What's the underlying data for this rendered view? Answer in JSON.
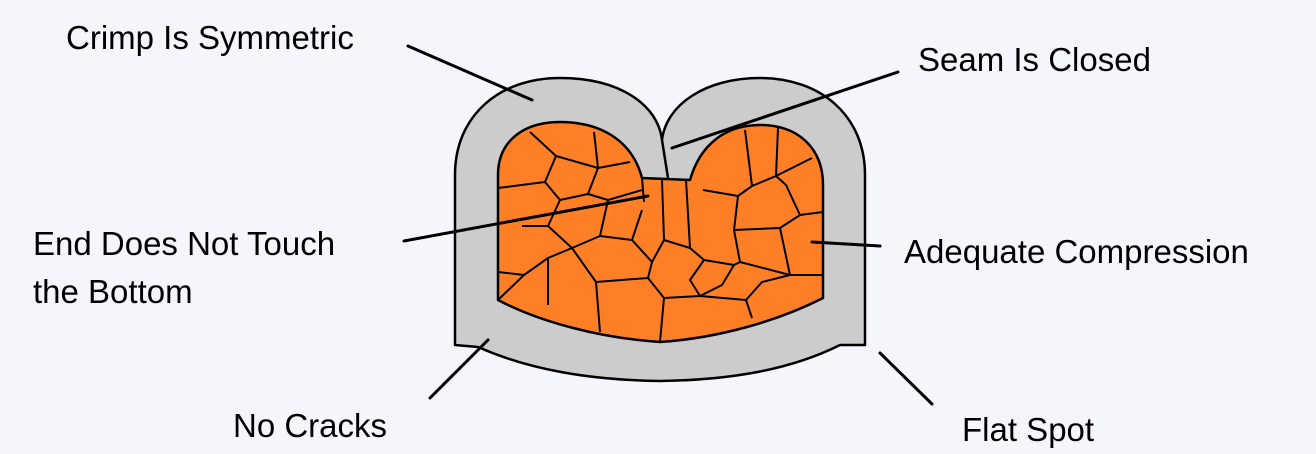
{
  "labels": {
    "crimp_symmetric": "Crimp Is Symmetric",
    "seam_closed": "Seam Is Closed",
    "end_line1": "End Does Not Touch",
    "end_line2": "the Bottom",
    "adequate_compression": "Adequate Compression",
    "no_cracks": "No Cracks",
    "flat_spot": "Flat Spot"
  },
  "colors": {
    "background": "#f5f6fb",
    "crimp_barrel": "#cccccc",
    "wire_strands": "#ff7f27",
    "outline": "#000000"
  }
}
